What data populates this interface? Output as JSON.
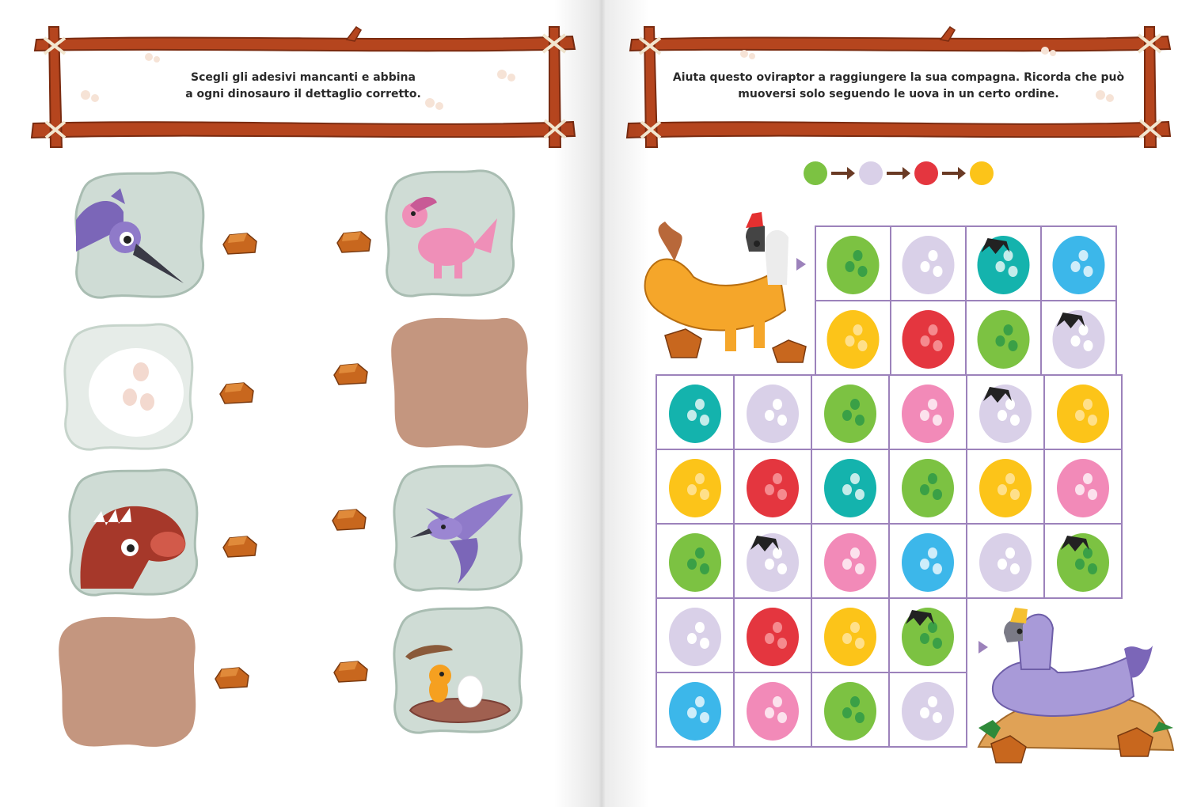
{
  "left_page": {
    "instruction_lines": [
      "Scegli gli adesivi mancanti e abbina",
      "a ogni dinosauro il dettaglio corretto."
    ]
  },
  "right_page": {
    "instruction_lines": [
      "Aiuta questo oviraptor a raggiungere la sua compagna. Ricorda che può",
      "muoversi solo seguendo le uova in un certo ordine."
    ],
    "sequence_colors": [
      "green",
      "lilac",
      "red",
      "yellow"
    ],
    "egg_colors": {
      "green": "#7cc242",
      "lilac": "#d9d0e8",
      "red": "#e4363f",
      "yellow": "#fcc419",
      "teal": "#14b3ad",
      "blue": "#3cb7ea",
      "pink": "#f28ab8"
    },
    "grid_top": [
      [
        {
          "c": "green"
        },
        {
          "c": "lilac"
        },
        {
          "c": "teal",
          "cracked": true
        },
        {
          "c": "blue"
        }
      ],
      [
        {
          "c": "yellow"
        },
        {
          "c": "red"
        },
        {
          "c": "green"
        },
        {
          "c": "lilac",
          "cracked": true
        }
      ]
    ],
    "grid_bottom": [
      [
        {
          "c": "teal"
        },
        {
          "c": "lilac"
        },
        {
          "c": "green"
        },
        {
          "c": "pink"
        },
        {
          "c": "lilac",
          "cracked": true
        },
        {
          "c": "yellow"
        }
      ],
      [
        {
          "c": "yellow"
        },
        {
          "c": "red"
        },
        {
          "c": "teal"
        },
        {
          "c": "green"
        },
        {
          "c": "yellow"
        },
        {
          "c": "pink"
        }
      ],
      [
        {
          "c": "green"
        },
        {
          "c": "lilac",
          "cracked": true
        },
        {
          "c": "pink"
        },
        {
          "c": "blue"
        },
        {
          "c": "lilac"
        },
        {
          "c": "green",
          "cracked": true
        }
      ],
      [
        {
          "c": "lilac"
        },
        {
          "c": "red"
        },
        {
          "c": "yellow"
        },
        {
          "c": "green",
          "cracked": true
        }
      ],
      [
        {
          "c": "blue"
        },
        {
          "c": "pink"
        },
        {
          "c": "green"
        },
        {
          "c": "lilac"
        }
      ]
    ]
  },
  "palette": {
    "stone": "#cfdcd5",
    "stone_edge": "#a9bdb2",
    "sticker_placeholder": "#c4967f",
    "rock": "#c8671e",
    "wood": "#b5451e",
    "grid_line": "#9c82bb"
  }
}
